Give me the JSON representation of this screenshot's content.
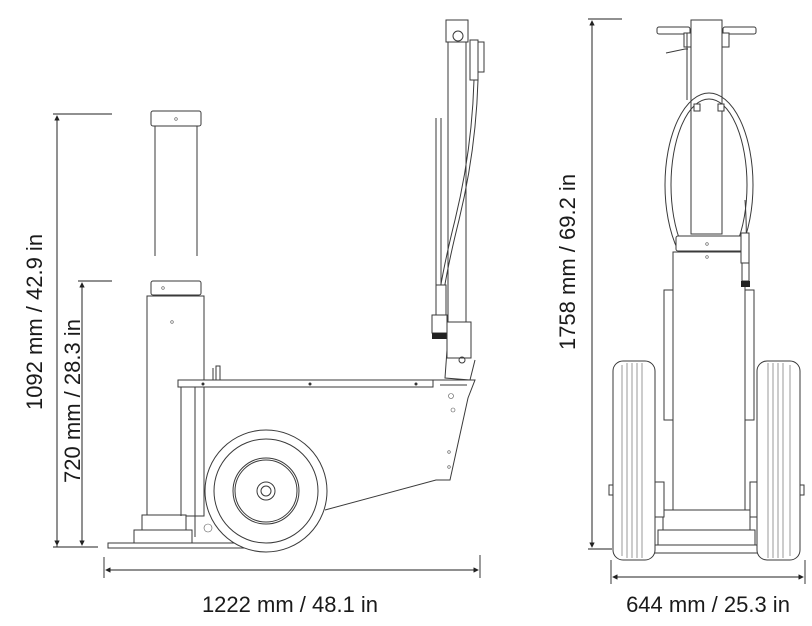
{
  "side_view": {
    "dimensions": {
      "max_height": "1092 mm / 42.9 in",
      "min_height": "720 mm / 28.3 in",
      "length": "1222 mm / 48.1 in"
    }
  },
  "front_view": {
    "dimensions": {
      "total_height": "1758 mm / 69.2 in",
      "width": "644 mm / 25.3 in"
    }
  },
  "colors": {
    "line": "#3a3a3a",
    "background": "#ffffff"
  }
}
